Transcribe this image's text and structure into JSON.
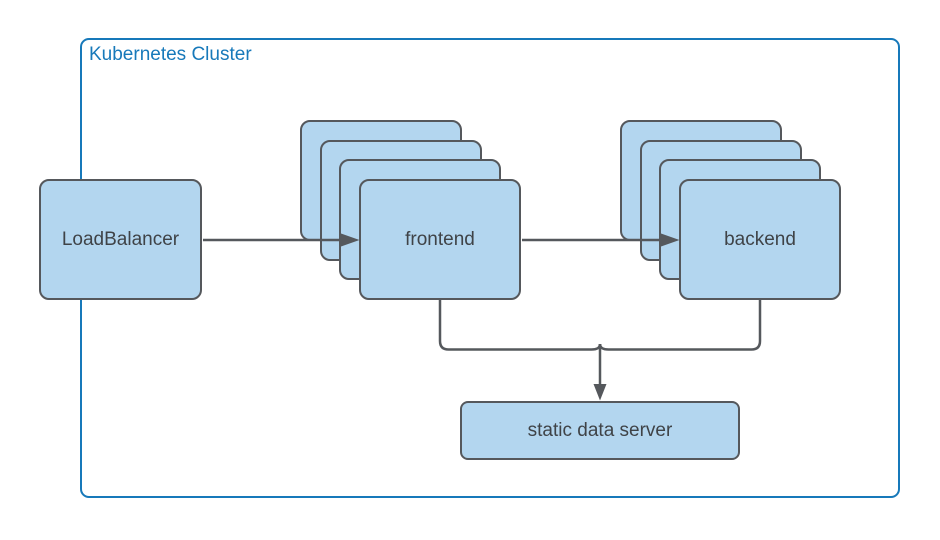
{
  "diagram": {
    "cluster_label": "Kubernetes Cluster",
    "nodes": {
      "load_balancer": {
        "label": "LoadBalancer",
        "replicas": 1
      },
      "frontend": {
        "label": "frontend",
        "replicas": 4
      },
      "backend": {
        "label": "backend",
        "replicas": 4
      },
      "static_data_server": {
        "label": "static data server",
        "replicas": 1
      }
    },
    "edges": [
      {
        "from": "LoadBalancer",
        "to": "frontend"
      },
      {
        "from": "frontend",
        "to": "backend"
      },
      {
        "from": "frontend",
        "to": "static data server"
      },
      {
        "from": "backend",
        "to": "static data server"
      }
    ],
    "colors": {
      "node_fill": "#b3d6ef",
      "node_border": "#55585c",
      "node_text": "#3f4347",
      "connector": "#55585c",
      "cluster_accent": "#1779ba",
      "background": "#ffffff"
    }
  }
}
